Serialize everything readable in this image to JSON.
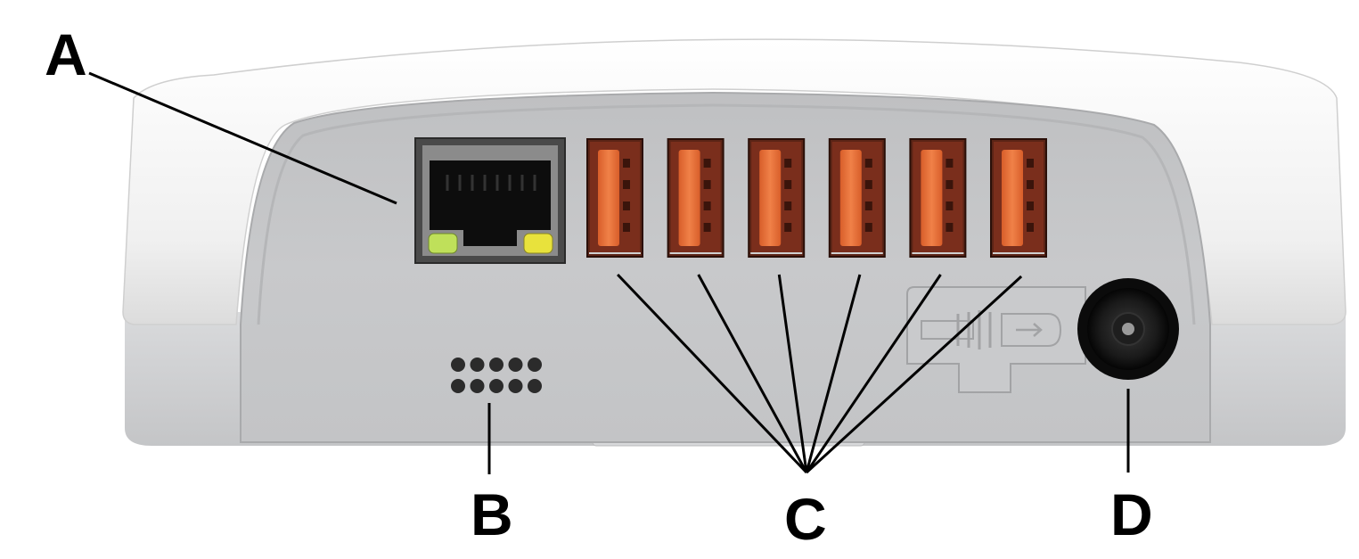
{
  "figure": {
    "labels": {
      "a": "A",
      "b": "B",
      "c": "C",
      "d": "D"
    },
    "parts": {
      "ethernet_port": {
        "callout": "A"
      },
      "speaker_grille": {
        "callout": "B",
        "hole_count": 10
      },
      "usb_ports": {
        "callout": "C",
        "count": 6
      },
      "power_jack": {
        "callout": "D"
      }
    },
    "colors": {
      "housing": "#f2f2f2",
      "panel": "#c5c6c8",
      "usb_orange": "#e8733e",
      "usb_dark": "#6a2818",
      "led_green": "#bfe05a",
      "led_yellow": "#e8e23c",
      "ink": "#000000"
    }
  }
}
